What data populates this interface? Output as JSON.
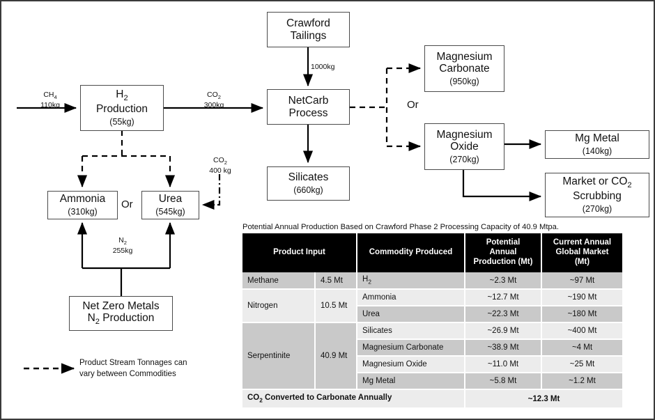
{
  "diagram": {
    "nodes": {
      "h2_production": {
        "line1": "H",
        "line1_sub": "2",
        "line2": "Production",
        "qty": "(55kg)"
      },
      "crawford_tailings": {
        "line1": "Crawford",
        "line2": "Tailings",
        "qty": ""
      },
      "netcarb_process": {
        "line1": "NetCarb",
        "line2": "Process",
        "qty": ""
      },
      "silicates": {
        "line1": "Silicates",
        "line2": "",
        "qty": "(660kg)"
      },
      "ammonia": {
        "line1": "Ammonia",
        "line2": "",
        "qty": "(310kg)"
      },
      "urea": {
        "line1": "Urea",
        "line2": "",
        "qty": "(545kg)"
      },
      "net_zero_metals": {
        "line1": "Net Zero Metals",
        "line2": "N",
        "line2_sub": "2",
        "line2_tail": " Production",
        "qty": ""
      },
      "magnesium_carbonate": {
        "line1": "Magnesium",
        "line2": "Carbonate",
        "qty": "(950kg)"
      },
      "magnesium_oxide": {
        "line1": "Magnesium",
        "line2": "Oxide",
        "qty": "(270kg)"
      },
      "mg_metal": {
        "line1": "Mg Metal",
        "line2": "",
        "qty": "(140kg)"
      },
      "market_co2": {
        "line1": "Market or CO",
        "line1_sub": "2",
        "line2": "Scrubbing",
        "qty": "(270kg)"
      }
    },
    "stream_labels": {
      "ch4": {
        "species": "CH",
        "sub": "4",
        "mass": "110kg"
      },
      "co2_to_netcarb": {
        "species": "CO",
        "sub": "2",
        "mass": "300kg"
      },
      "tailings_feed": {
        "species": "",
        "sub": "",
        "mass": "1000kg"
      },
      "co2_to_urea": {
        "species": "CO",
        "sub": "2",
        "mass": "400 kg"
      },
      "n2_feed": {
        "species": "N",
        "sub": "2",
        "mass": "255kg"
      }
    },
    "or_labels": {
      "left": "Or",
      "right": "Or"
    },
    "legend": {
      "line1": "Product Stream Tonnages can",
      "line2": "vary between Commodities"
    }
  },
  "table": {
    "caption": "Potential Annual Production Based on Crawford Phase 2 Processing Capacity of 40.9 Mtpa.",
    "headers": [
      "Product Input",
      "Commodity Produced",
      "Potential Annual Production (Mt)",
      "Current Annual Global Market (Mt)"
    ],
    "headers_wrapped": [
      [
        "Product Input"
      ],
      [
        "Commodity Produced"
      ],
      [
        "Potential",
        "Annual",
        "Production (Mt)"
      ],
      [
        "Current Annual",
        "Global Market",
        "(Mt)"
      ]
    ],
    "inputs": [
      {
        "name": "Methane",
        "amount": "4.5 Mt",
        "rows": 1,
        "band": "dark"
      },
      {
        "name": "Nitrogen",
        "amount": "10.5 Mt",
        "rows": 2,
        "band": "light"
      },
      {
        "name": "Serpentinite",
        "amount": "40.9 Mt",
        "rows": 4,
        "band": "dark"
      }
    ],
    "rows": [
      {
        "commodity": "H2",
        "commodity_base": "H",
        "commodity_sub": "2",
        "production": "~2.3 Mt",
        "market": "~97 Mt",
        "band": "dark"
      },
      {
        "commodity": "Ammonia",
        "production": "~12.7 Mt",
        "market": "~190 Mt",
        "band": "light"
      },
      {
        "commodity": "Urea",
        "production": "~22.3 Mt",
        "market": "~180 Mt",
        "band": "dark"
      },
      {
        "commodity": "Silicates",
        "production": "~26.9 Mt",
        "market": "~400 Mt",
        "band": "light"
      },
      {
        "commodity": "Magnesium Carbonate",
        "production": "~38.9 Mt",
        "market": "~4 Mt",
        "band": "dark"
      },
      {
        "commodity": "Magnesium Oxide",
        "production": "~11.0 Mt",
        "market": "~25 Mt",
        "band": "light"
      },
      {
        "commodity": "Mg Metal",
        "production": "~5.8 Mt",
        "market": "~1.2 Mt",
        "band": "dark"
      }
    ],
    "total_row": {
      "label_base": "CO",
      "label_sub": "2",
      "label_tail": " Converted to Carbonate Annually",
      "value": "~12.3 Mt"
    }
  },
  "colors": {
    "box_border": "#4a4a4a",
    "line": "#000000",
    "header_bg": "#000000",
    "header_fg": "#ffffff",
    "band_dark": "#c9c9c9",
    "band_light": "#ececec",
    "canvas_border": "#3a3a3a"
  }
}
